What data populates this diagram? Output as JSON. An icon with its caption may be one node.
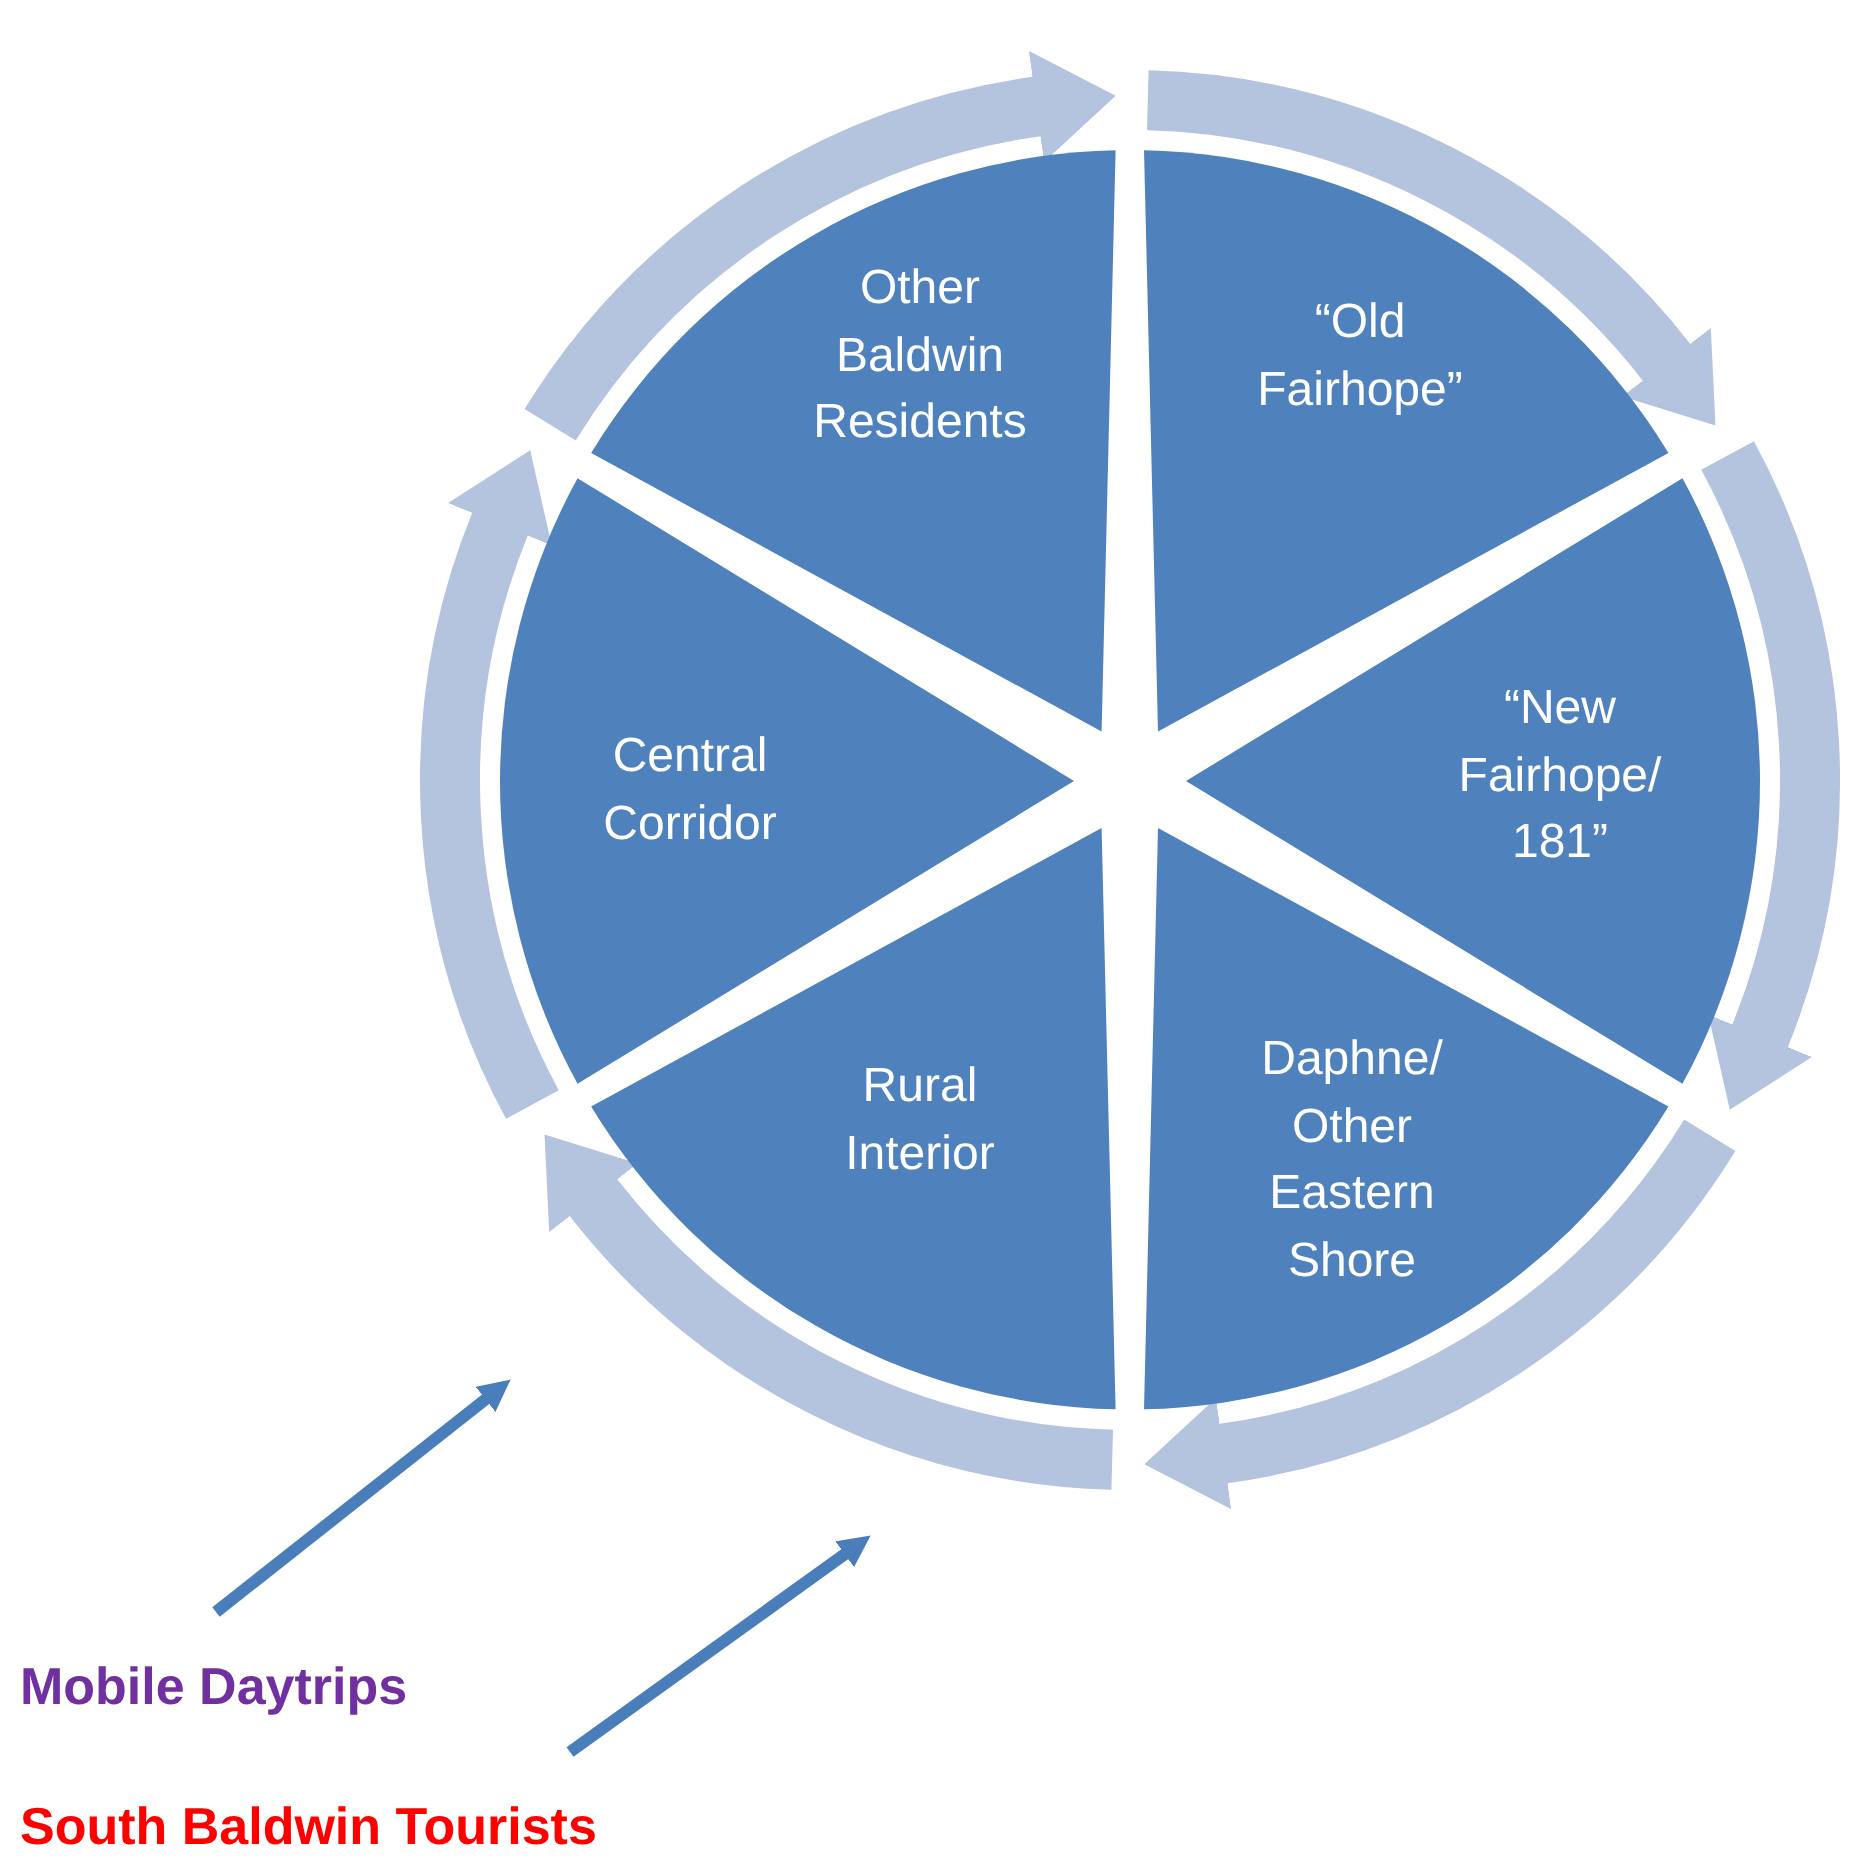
{
  "diagram": {
    "nodes": [
      {
        "text": [
          "“Old Fairhope”"
        ]
      },
      {
        "text": [
          "“New Fairhope/ 181”"
        ]
      },
      {
        "text": [
          "Daphne/ Other Eastern Shore"
        ]
      },
      {
        "text": [
          "Rural Interior"
        ]
      },
      {
        "text": [
          "Central Corridor"
        ]
      },
      {
        "text": [
          "Other Baldwin Residents"
        ]
      },
      {
        "text": [
          "Mobile Daytrips"
        ]
      },
      {
        "text": [
          "South Baldwin Tourists"
        ]
      }
    ],
    "edges": [
      {
        "from": 6,
        "to": null,
        "arrow": "to"
      },
      {
        "from": 7,
        "to": null,
        "arrow": "to"
      }
    ]
  }
}
